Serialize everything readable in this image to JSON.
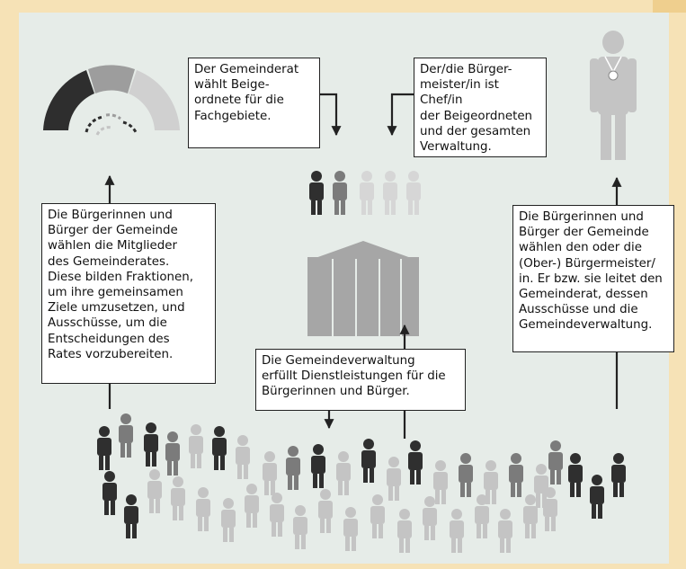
{
  "boxes": {
    "council_elects": "Der Gemeinderat\nwählt Beige-\nordnete für die\nFachgebiete.",
    "mayor_role": "Der/die Bürger-\nmeister/in ist Chef/in\nder Beigeordneten\nund der gesamten\nVerwaltung.",
    "citizens_elect_council": "Die Bürgerinnen und\nBürger der Gemeinde\nwählen die Mitglieder\ndes Gemeinderates.\nDiese bilden Fraktionen,\num ihre gemeinsamen\nZiele umzusetzen, und\nAusschüsse, um die\nEntscheidungen des\nRates vorzubereiten.",
    "citizens_elect_mayor": "Die Bürgerinnen und\nBürger der Gemeinde\nwählen den oder die\n(Ober-) Bürgermeister/\nin. Er bzw. sie leitet den\nGemeinderat, dessen\nAusschüsse und die\nGemeindeverwaltung.",
    "administration": "Die Gemeindeverwaltung\nerfüllt Dienstleistungen für die\nBürgerinnen und Bürger."
  },
  "colors": {
    "page": "#f6e2b6",
    "panel": "#e6ece8",
    "tab": "#efcf8e",
    "figure_dark": "#2f2f2f",
    "figure_mid": "#7b7b7b",
    "figure_light": "#c4c4c4",
    "figure_lighter": "#d6d6d6",
    "council_dark": "#2e2e2e",
    "council_grey": "#9d9d9d",
    "council_light": "#d0d0d0",
    "building": "#a6a6a6",
    "arrow": "#222222"
  }
}
